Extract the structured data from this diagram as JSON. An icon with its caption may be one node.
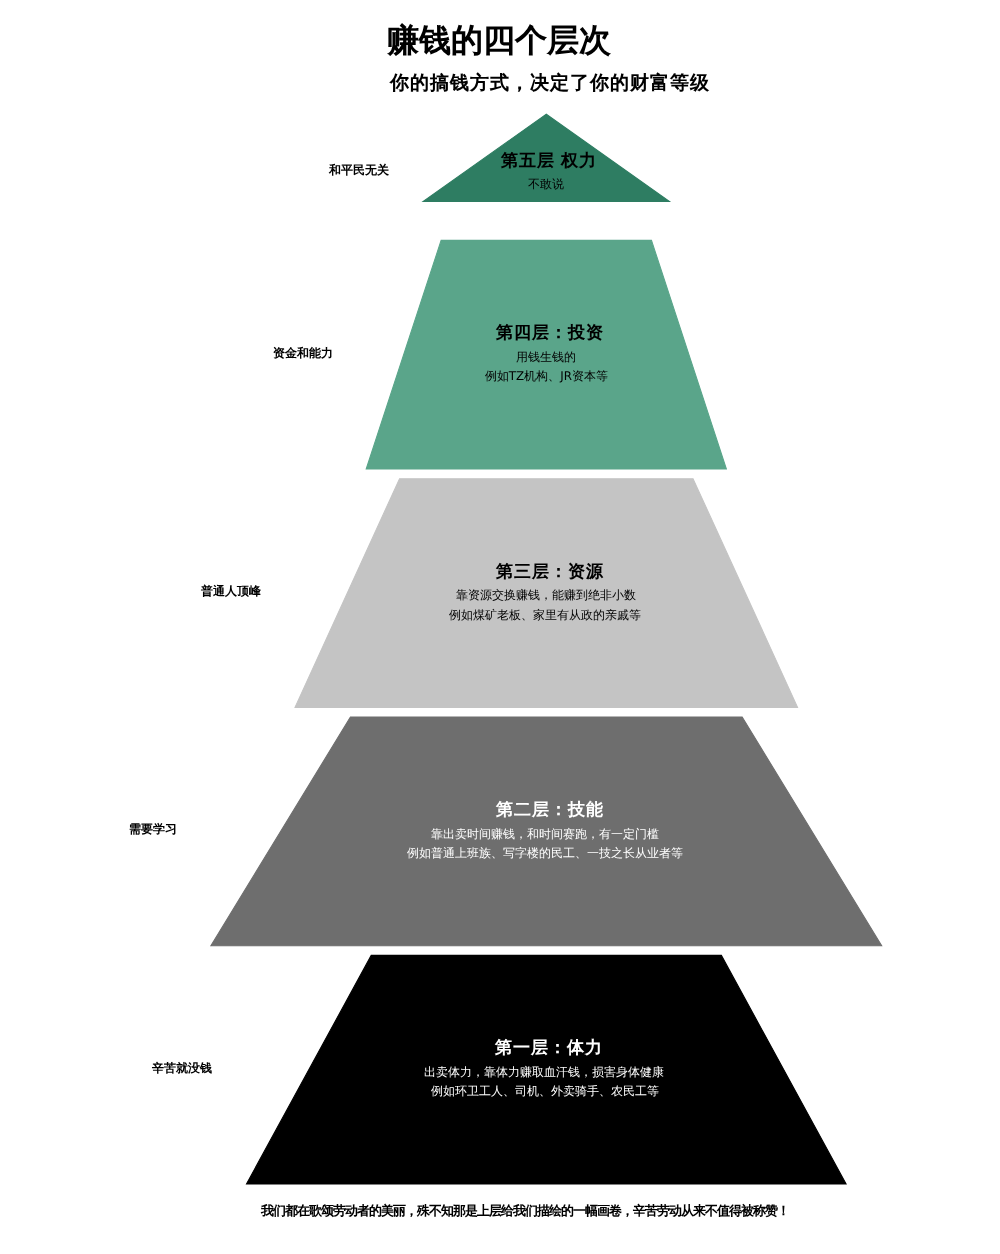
{
  "diagram": {
    "title": "赚钱的四个层次",
    "nodes": [
      {
        "text": [
          "第五层 权力",
          "不敢说"
        ],
        "beside": [
          "和平民无关"
        ]
      },
      {
        "text": [
          "第四层：投资",
          "用钱生钱的",
          "例如TZ机构、JR资本等"
        ],
        "beside": [
          "资金和能力"
        ]
      },
      {
        "text": [
          "第三层：资源",
          "靠资源交换赚钱，能赚到绝非小数",
          "例如煤矿老板、家里有从政的亲戚等"
        ],
        "beside": [
          "普通人顶峰"
        ]
      },
      {
        "text": [
          "第二层：技能",
          "靠出卖时间赚钱，和时间赛跑，有一定门槛",
          "例如普通上班族、写字楼的民工、一技之长从业者等"
        ],
        "beside": [
          "需要学习"
        ]
      },
      {
        "text": [
          "第一层：体力",
          "出卖体力，靠体力赚取血汗钱，损害身体健康",
          "例如环卫工人、司机、外卖骑手、农民工等"
        ],
        "beside": [
          "辛苦就没钱"
        ]
      }
    ],
    "edges": [],
    "labels": [
      "你的搞钱方式，决定了你的财富等级",
      "我们都在歌颂劳动者的美丽，殊不知那是上层给我们描绘的一幅画卷，辛苦劳动从来不值得被称赞！"
    ]
  }
}
